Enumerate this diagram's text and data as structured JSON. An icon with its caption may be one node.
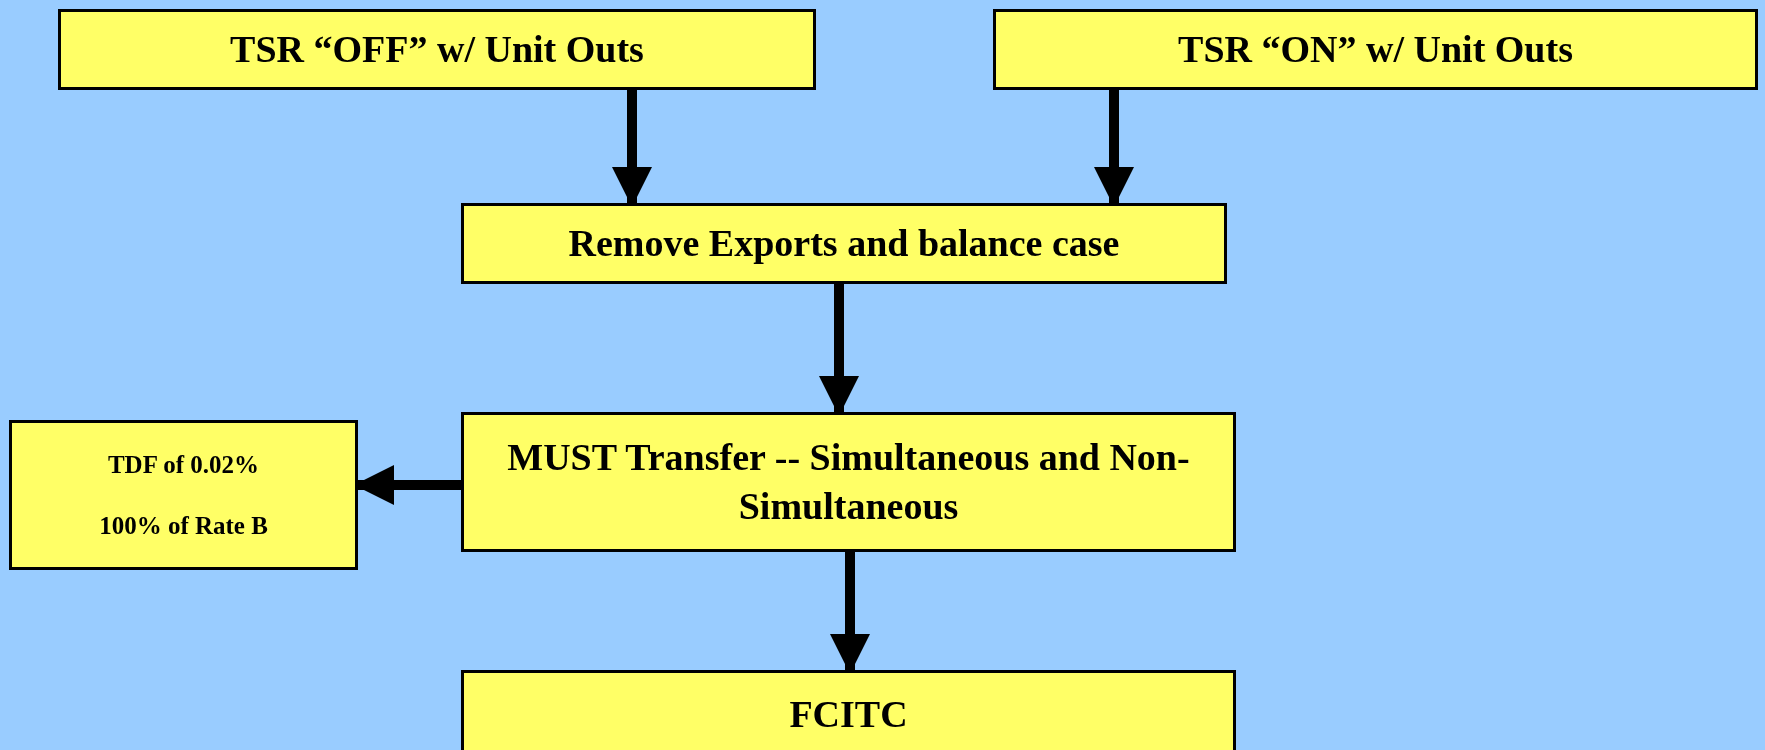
{
  "diagram": {
    "nodes": [
      {
        "text": [
          "TSR “OFF” w/ Unit Outs"
        ]
      },
      {
        "text": [
          "TSR “ON” w/ Unit Outs"
        ]
      },
      {
        "text": [
          "Remove Exports and balance case"
        ]
      },
      {
        "text": [
          "MUST Transfer -- Simultaneous and Non-Simultaneous"
        ]
      },
      {
        "text": [
          "TDF of 0.02%",
          "100% of Rate B"
        ]
      },
      {
        "text": [
          "FCITC"
        ]
      }
    ],
    "edges": [
      {
        "from": 0,
        "to": 2,
        "arrow": "to"
      },
      {
        "from": 1,
        "to": 2,
        "arrow": "to"
      },
      {
        "from": 2,
        "to": 3,
        "arrow": "to"
      },
      {
        "from": 3,
        "to": 4,
        "arrow": "to"
      },
      {
        "from": 3,
        "to": 5,
        "arrow": "to"
      }
    ]
  }
}
